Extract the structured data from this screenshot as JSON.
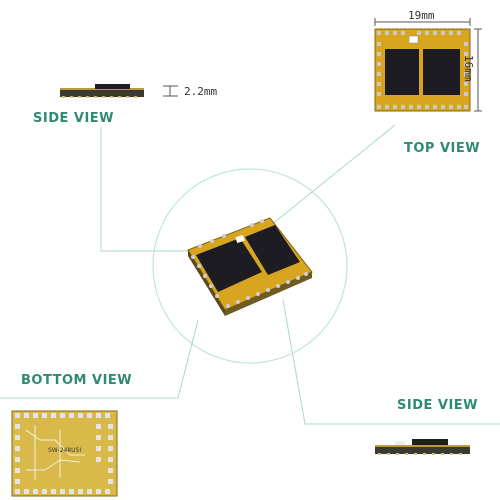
{
  "labels": {
    "side_view_top": "SIDE VIEW",
    "top_view": "TOP VIEW",
    "bottom_view": "BOTTOM VIEW",
    "side_view_bottom": "SIDE  VIEW"
  },
  "dimensions": {
    "thickness": "2.2mm",
    "width": "19mm",
    "height": "16mm"
  },
  "colors": {
    "accent": "#2f8a73",
    "leader_line": "#a8d8cf",
    "pcb_gold": "#d8a520",
    "chip_black": "#1c1c22",
    "pad_silver": "#c9c9c9"
  },
  "bottom_silkscreen": "SW-248USI"
}
